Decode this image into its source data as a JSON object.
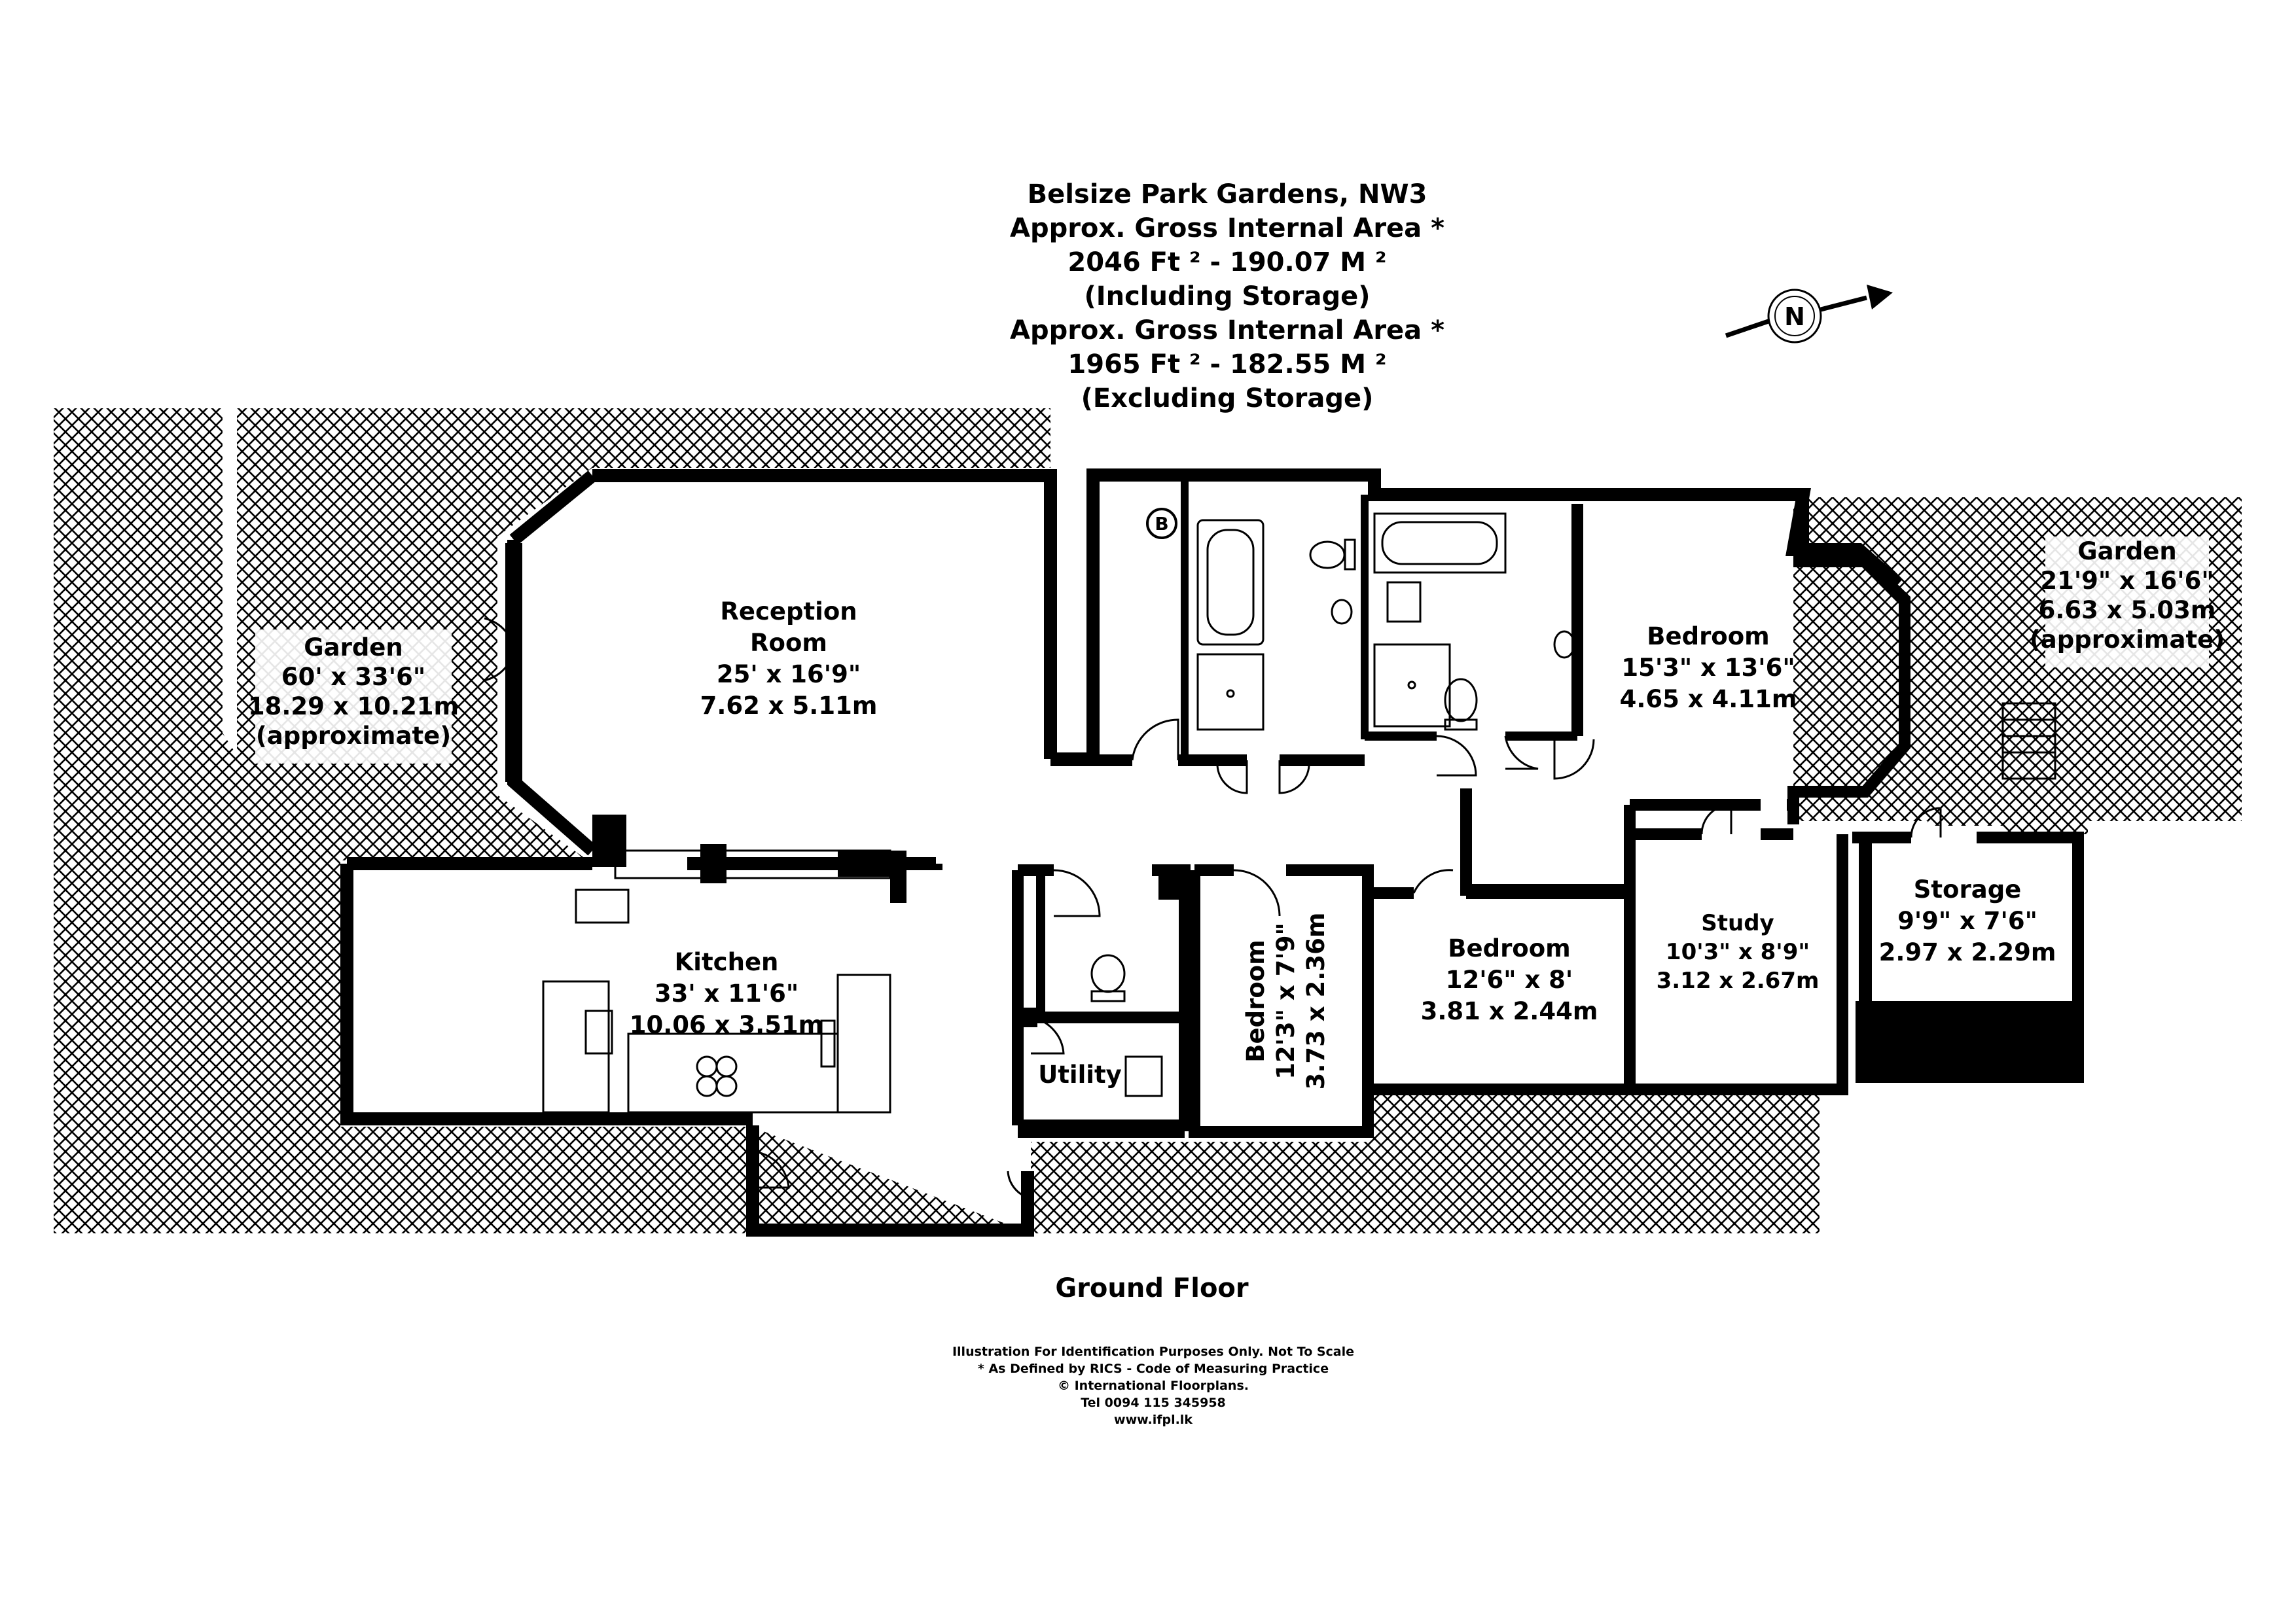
{
  "header": {
    "line1": "Belsize Park Gardens, NW3",
    "line2": "Approx. Gross Internal Area *",
    "line3": "2046 Ft ² - 190.07 M ²",
    "line4": "(Including Storage)",
    "line5": "Approx. Gross Internal Area *",
    "line6": "1965 Ft ² - 182.55 M ²",
    "line7": "(Excluding Storage)"
  },
  "compass": {
    "letter": "N"
  },
  "rooms": {
    "reception": {
      "name1": "Reception",
      "name2": "Room",
      "imperial": "25' x 16'9\"",
      "metric": "7.62 x 5.11m"
    },
    "garden_left": {
      "name": "Garden",
      "imperial": "60' x 33'6\"",
      "metric": "18.29 x 10.21m",
      "note": "(approximate)"
    },
    "garden_right": {
      "name": "Garden",
      "imperial": "21'9\" x 16'6\"",
      "metric": "6.63 x 5.03m",
      "note": "(approximate)"
    },
    "bedroom_main": {
      "name": "Bedroom",
      "imperial": "15'3\" x 13'6\"",
      "metric": "4.65 x 4.11m"
    },
    "kitchen": {
      "name": "Kitchen",
      "imperial": "33' x 11'6\"",
      "metric": "10.06 x 3.51m"
    },
    "bedroom_vertical": {
      "name": "Bedroom",
      "imperial": "12'3\" x 7'9\"",
      "metric": "3.73 x 2.36m"
    },
    "bedroom_small": {
      "name": "Bedroom",
      "imperial": "12'6\" x 8'",
      "metric": "3.81 x 2.44m"
    },
    "study": {
      "name": "Study",
      "imperial": "10'3\" x 8'9\"",
      "metric": "3.12 x 2.67m"
    },
    "storage": {
      "name": "Storage",
      "imperial": "9'9\" x 7'6\"",
      "metric": "2.97 x 2.29m"
    },
    "utility": {
      "name": "Utility"
    },
    "boiler": {
      "label": "B"
    }
  },
  "floor_label": "Ground Floor",
  "footer": {
    "line1": "Illustration For Identification Purposes Only. Not To Scale",
    "line2": "* As Defined by RICS - Code of Measuring Practice",
    "line3": "© International Floorplans.",
    "line4": "Tel 0094 115 345958",
    "line5": "www.ifpl.lk"
  },
  "colors": {
    "wall": "#000000",
    "hatch": "#000000",
    "background": "#ffffff"
  }
}
